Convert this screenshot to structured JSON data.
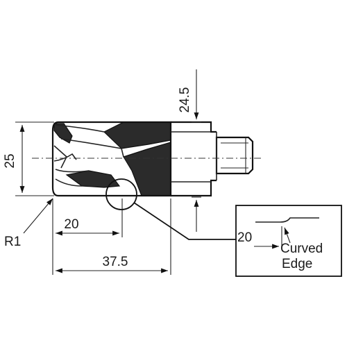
{
  "dimensions": {
    "length_overall": "37.5",
    "length_to_curve": "20",
    "diameter": "25",
    "shank_height": "24.5",
    "corner_radius": "R1"
  },
  "detail": {
    "dimension": "20",
    "label_line1": "Curved",
    "label_line2": "Edge"
  }
}
